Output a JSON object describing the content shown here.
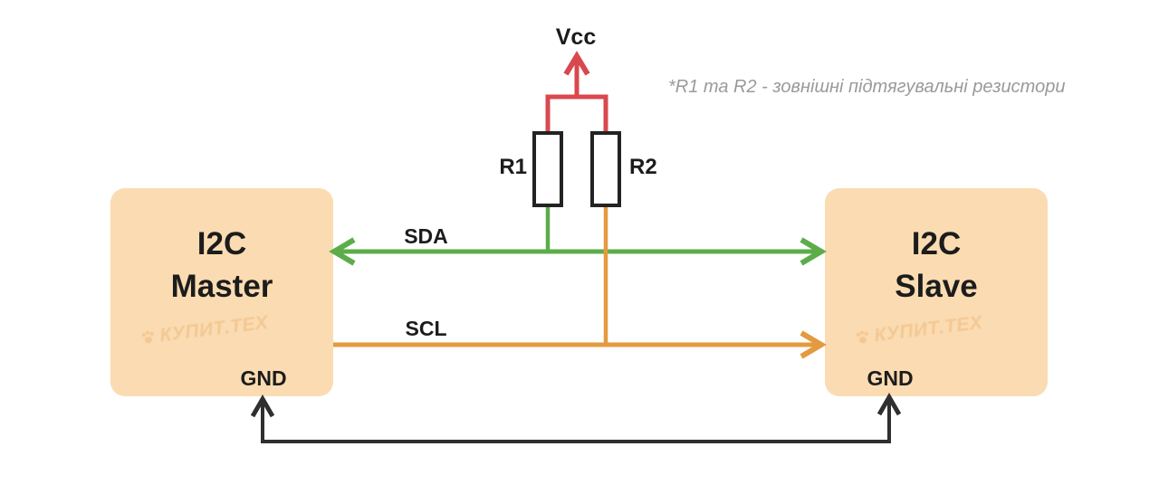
{
  "diagram": {
    "vcc": {
      "label": "Vcc"
    },
    "resistors": {
      "r1": "R1",
      "r2": "R2"
    },
    "buses": {
      "sda": "SDA",
      "scl": "SCL"
    },
    "master": {
      "line1": "I2C",
      "line2": "Master",
      "gnd": "GND"
    },
    "slave": {
      "line1": "I2C",
      "line2": "Slave",
      "gnd": "GND"
    },
    "note": "*R1 та R2 - зовнішні підтягувальні резистори",
    "watermark": "КУПИТ.ТЕХ",
    "colors": {
      "box_fill": "#FBDCB2",
      "sda_green": "#5CAD4A",
      "scl_orange": "#E49A3F",
      "vcc_red": "#D9484E",
      "gnd_black": "#2F2F2F",
      "note_gray": "#9A9A9A"
    }
  }
}
